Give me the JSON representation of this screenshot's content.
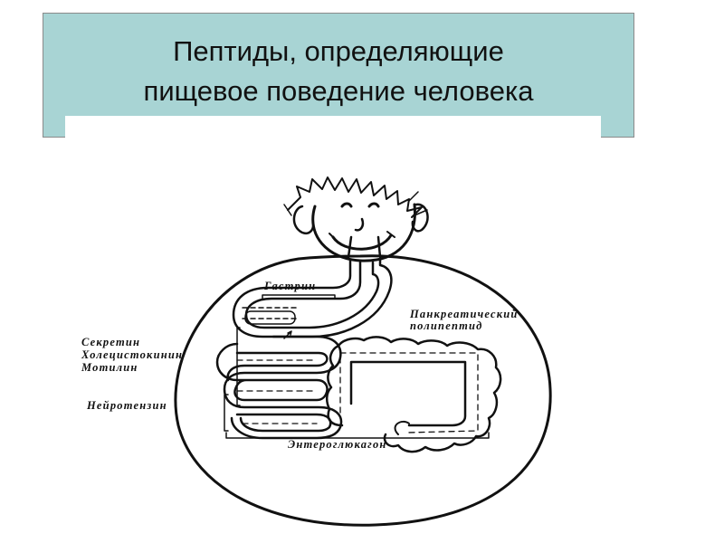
{
  "slide": {
    "title_line1": "Пептиды, определяющие",
    "title_line2": "пищевое поведение человека",
    "accent_color": "#a8d4d4"
  },
  "diagram": {
    "labels": {
      "gastrin": "Гастрин",
      "pancreatic_line1": "Панкреатический",
      "pancreatic_line2": "полипептид",
      "secretin": "Секретин",
      "cholecystokinin": "Холецистокинин",
      "motilin": "Мотилин",
      "neurotensin": "Нейротензин",
      "enteroglucagon": "Энтероглюкагон"
    }
  }
}
